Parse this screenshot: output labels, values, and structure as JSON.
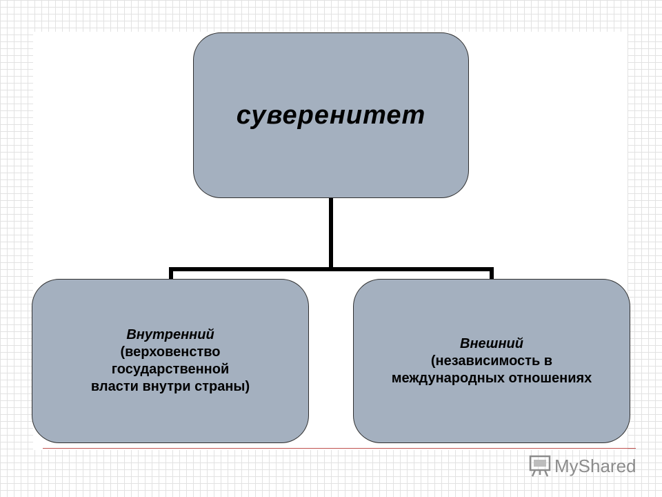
{
  "diagram": {
    "root": {
      "label": "суверенитет"
    },
    "children": [
      {
        "title": "Внутренний",
        "description": "(верховенство\nгосударственной\nвласти внутри страны)"
      },
      {
        "title": "Внешний",
        "description": "(независимость в\nмеждународных отношениях"
      }
    ],
    "colors": {
      "box_fill": "#a4b0bf",
      "box_border": "#2f2f2f",
      "connector": "#000000",
      "accent_line": "#c0504d"
    }
  },
  "watermark": {
    "text": "MyShared",
    "icon": "presentation-board-icon"
  }
}
